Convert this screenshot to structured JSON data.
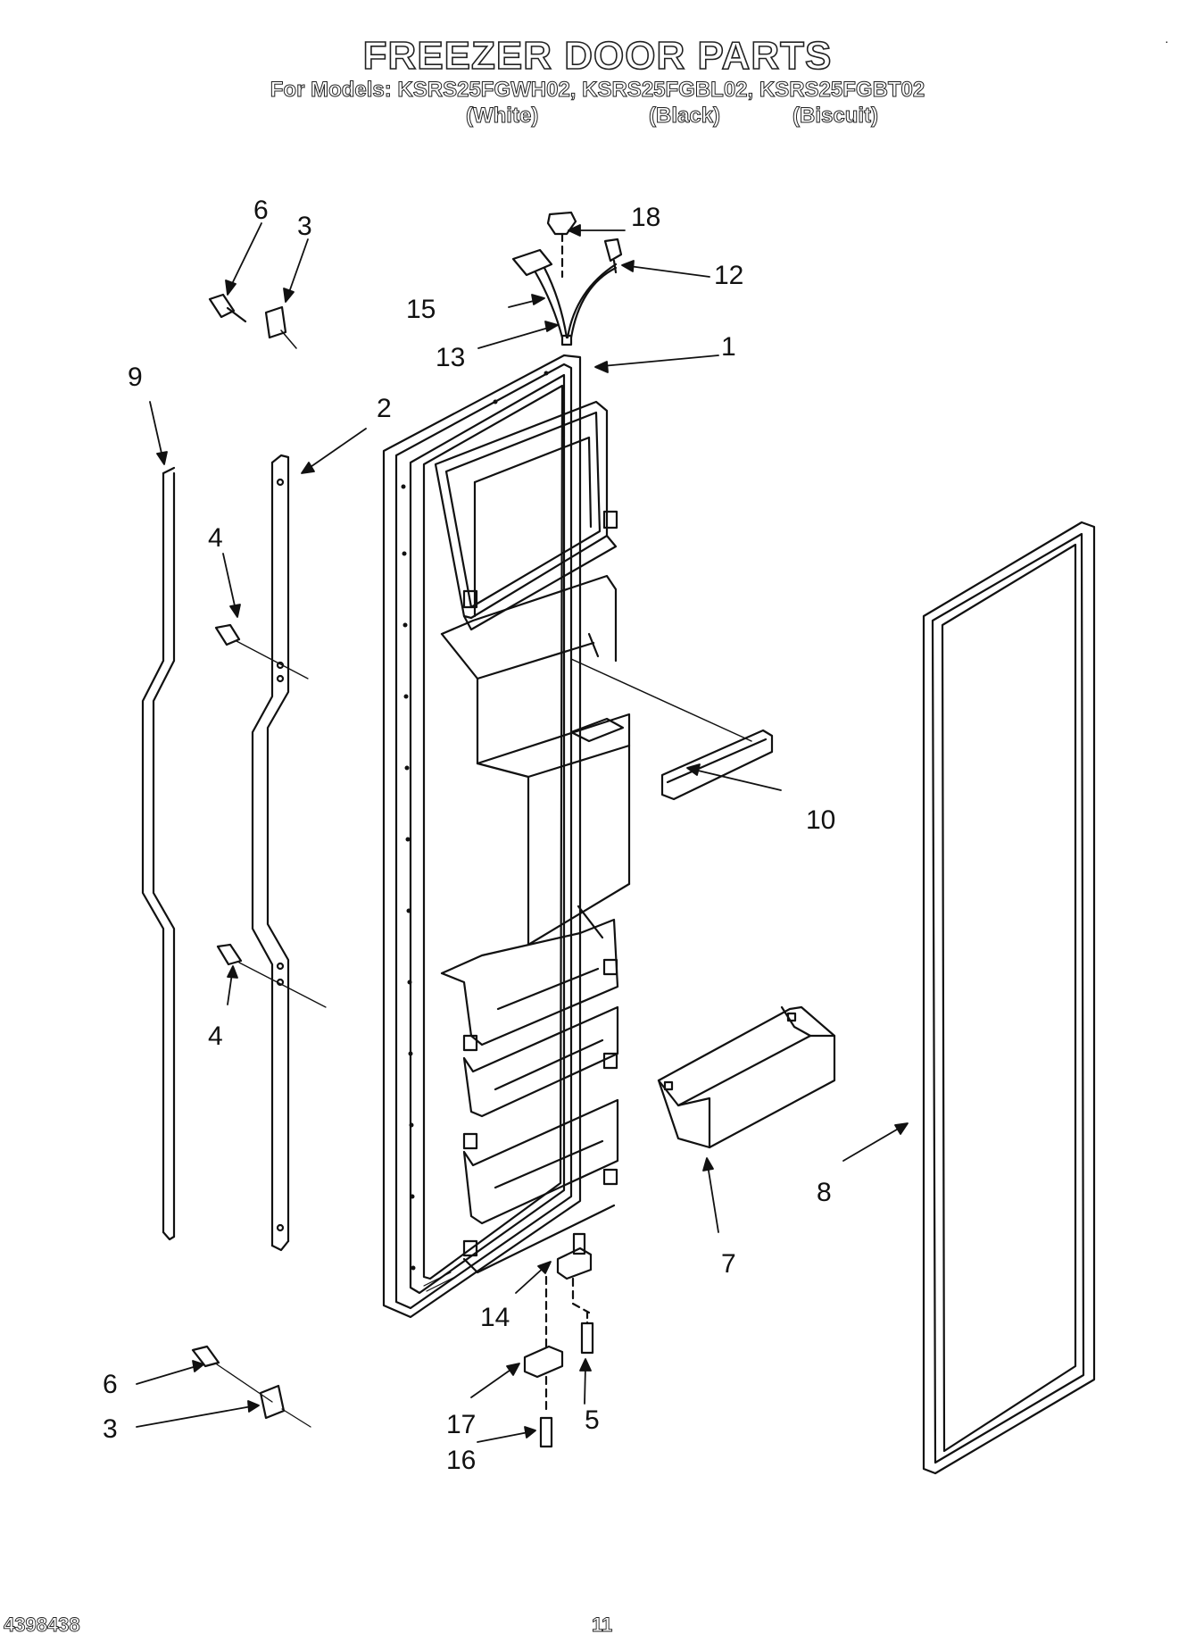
{
  "header": {
    "title": "FREEZER DOOR PARTS",
    "models": "For Models: KSRS25FGWH02, KSRS25FGBL02, KSRS25FGBT02",
    "color_white": "(White)",
    "color_black": "(Black)",
    "color_biscuit": "(Biscuit)"
  },
  "callouts": {
    "c1": "1",
    "c2": "2",
    "c3a": "3",
    "c3b": "3",
    "c4a": "4",
    "c4b": "4",
    "c5": "5",
    "c6a": "6",
    "c6b": "6",
    "c7": "7",
    "c8": "8",
    "c9": "9",
    "c10": "10",
    "c12": "12",
    "c13": "13",
    "c14": "14",
    "c15": "15",
    "c16": "16",
    "c17": "17",
    "c18": "18"
  },
  "footer": {
    "doc_number": "4398438",
    "page_number": "11"
  }
}
